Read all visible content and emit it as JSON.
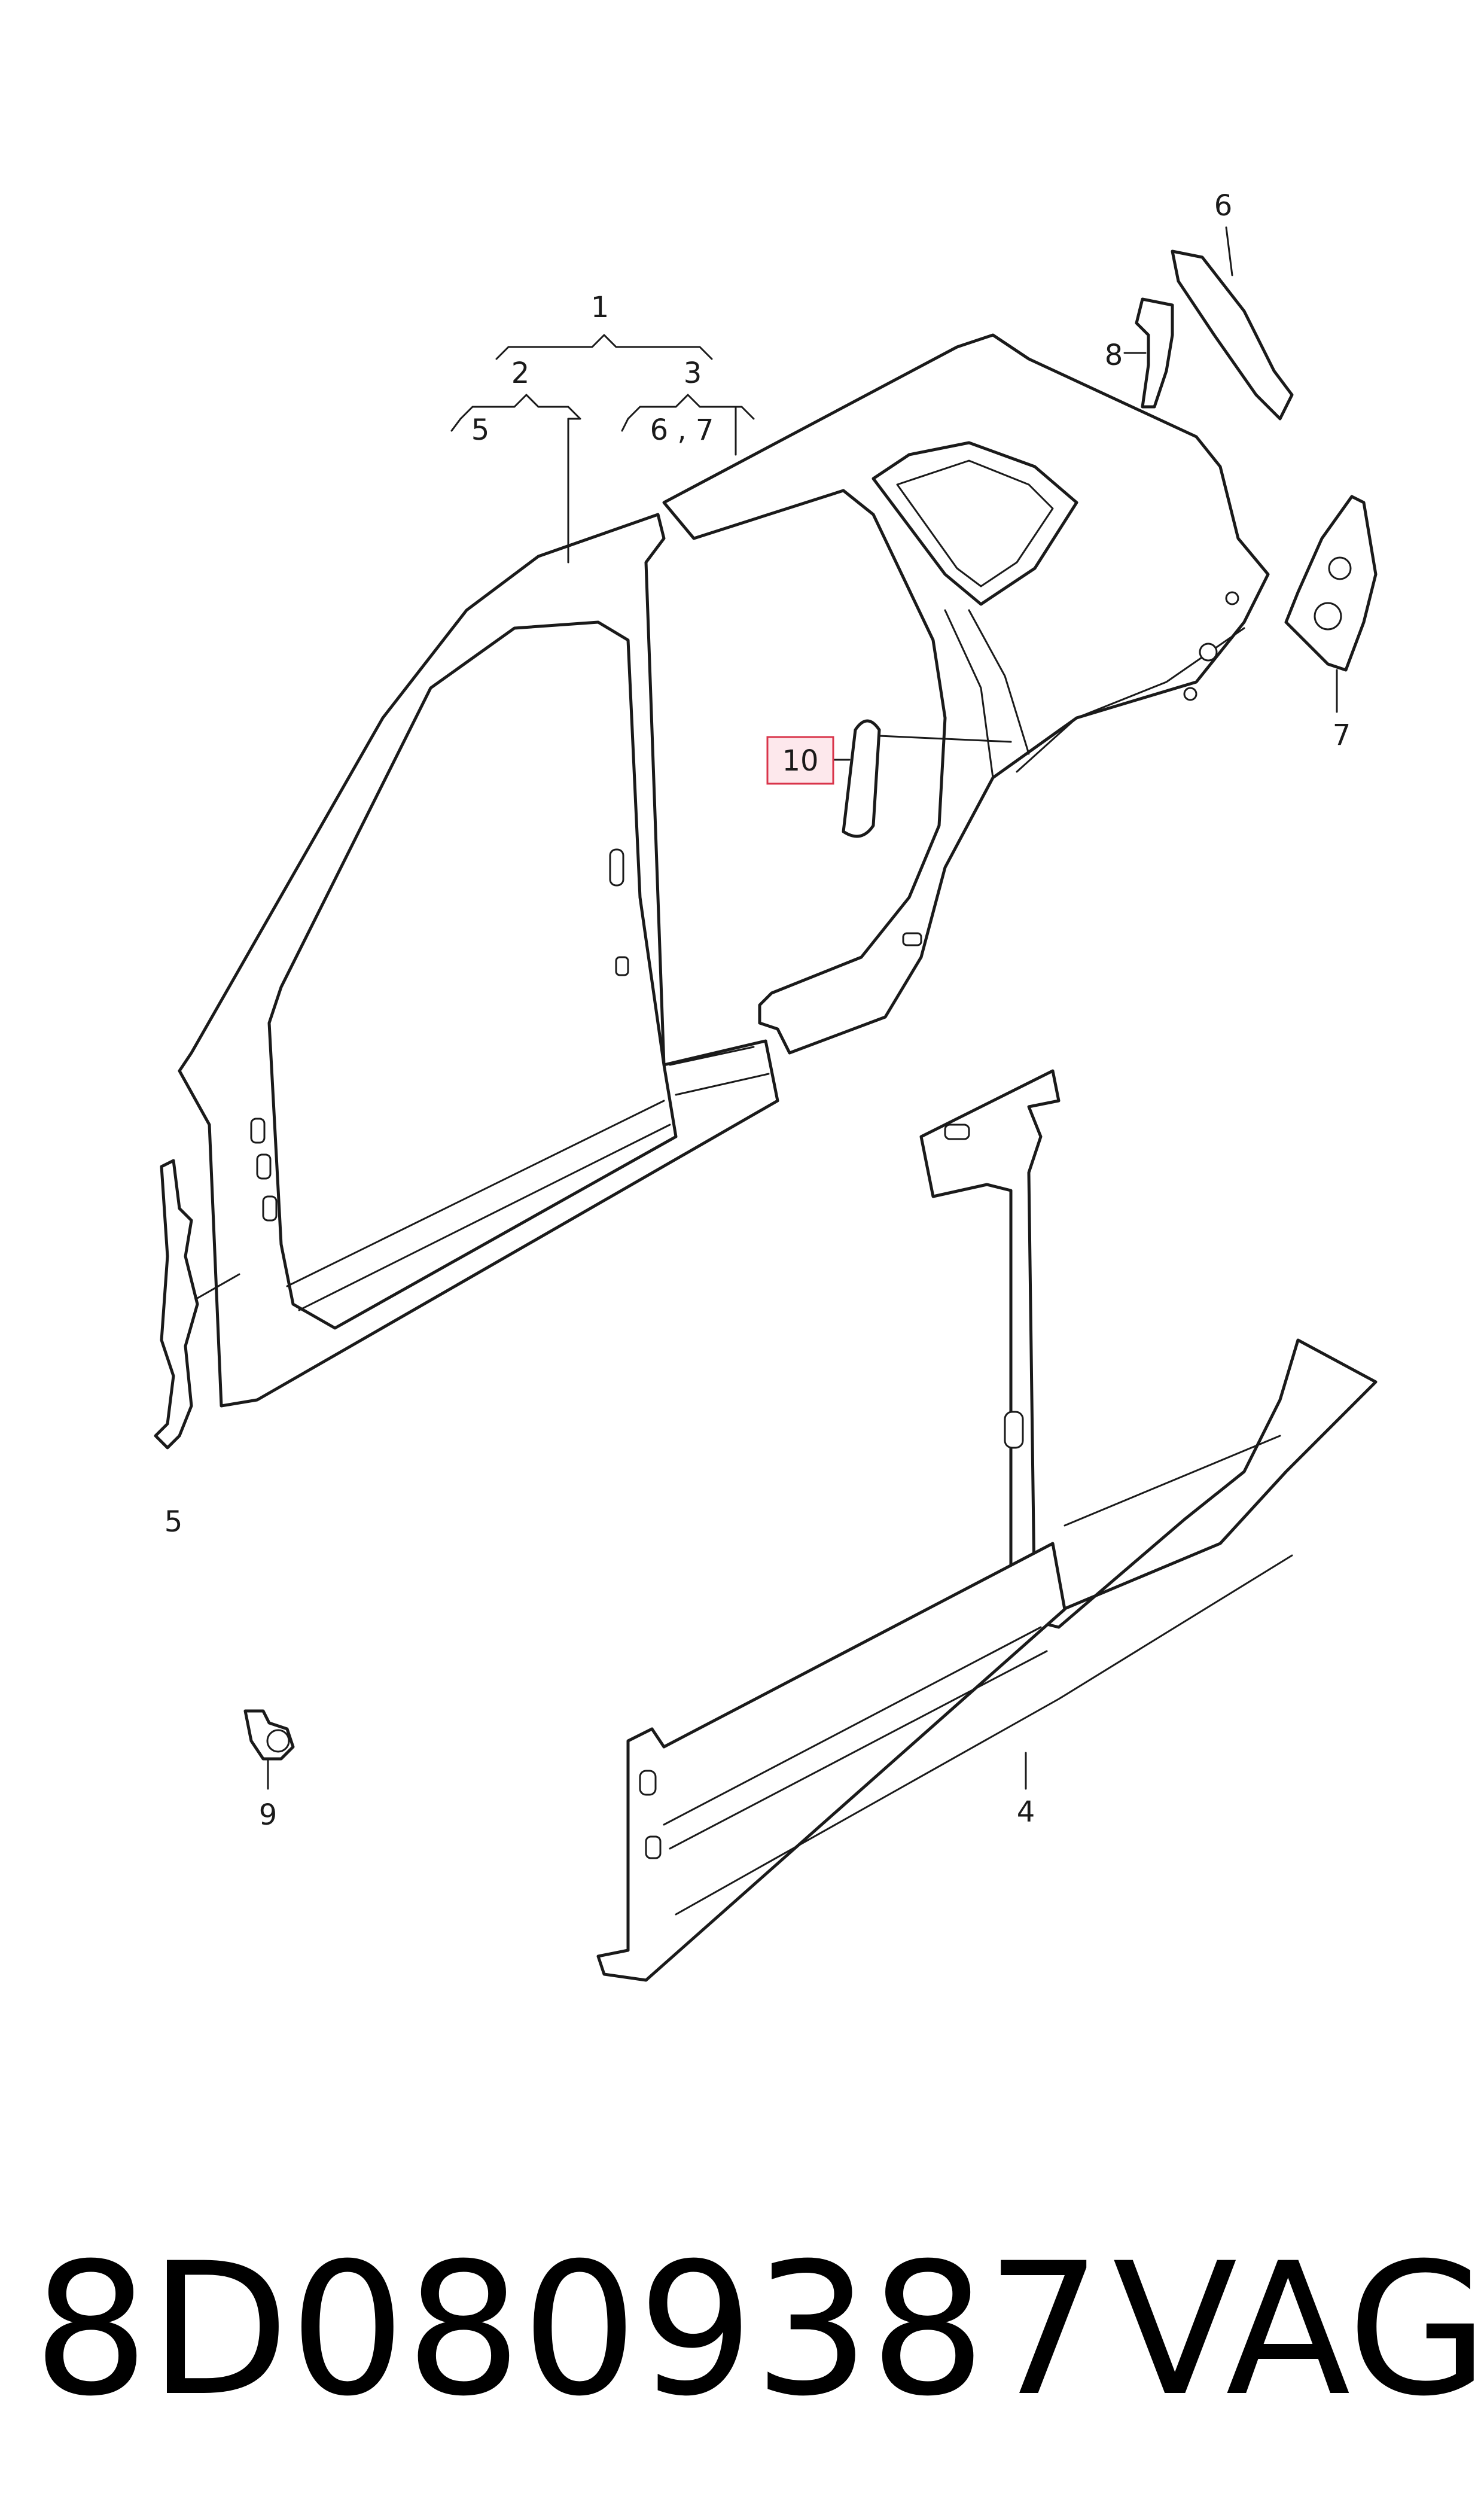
{
  "callouts": {
    "c1": "1",
    "c2": "2",
    "c3": "3",
    "c4": "4",
    "c5_top": "5",
    "c5_bottom": "5",
    "c6_7": "6 , 7",
    "c6": "6",
    "c7": "7",
    "c8": "8",
    "c9": "9",
    "c10": "10"
  },
  "caption": {
    "part_number": "8D0809387",
    "brand": "VAG"
  },
  "colors": {
    "highlight_fill": "#fde8ec",
    "highlight_border": "#d9344a",
    "line": "#1a1a1a"
  }
}
